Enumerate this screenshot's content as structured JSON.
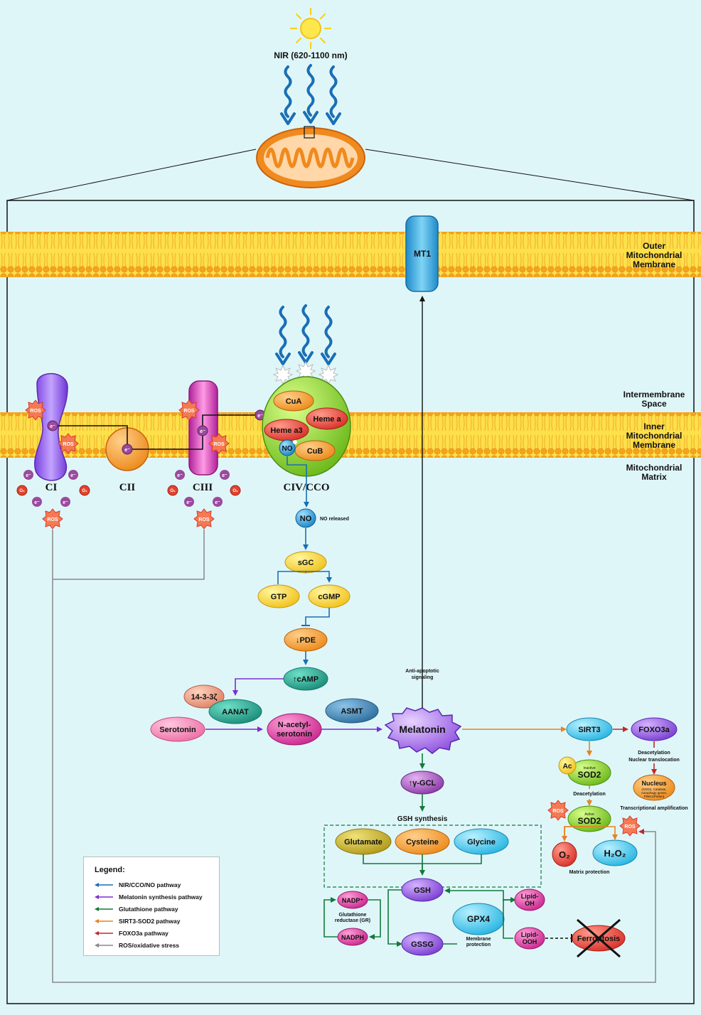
{
  "nir_label": "NIR (620-1100 nm)",
  "membranes": {
    "outer": [
      "Outer",
      "Mitochondrial",
      "Membrane"
    ],
    "intermembrane": [
      "Intermembrane",
      "Space"
    ],
    "inner": [
      "Inner",
      "Mitochondrial",
      "Membrane"
    ],
    "matrix": [
      "Mitochondrial",
      "Matrix"
    ]
  },
  "complexes": {
    "ci": "CI",
    "cii": "CII",
    "ciii": "CIII",
    "civ": "CIV/CCO"
  },
  "civ_parts": {
    "cua": "CuA",
    "heme_a": "Heme a",
    "heme_a3": "Heme a3",
    "cub": "CuB",
    "no": "NO"
  },
  "species": {
    "electron": "e⁻",
    "o2": "O₂",
    "ros": "ROS"
  },
  "mt1": "MT1",
  "no_pathway": {
    "no": "NO",
    "no_released": "NO released",
    "sgc": "sGC",
    "gtp": "GTP",
    "cgmp": "cGMP",
    "pde": "↓PDE",
    "camp": "↑cAMP"
  },
  "melatonin_synthesis": {
    "protein_1433": "14-3-3ζ",
    "aanat": "AANAT",
    "asmt": "ASMT",
    "serotonin": "Serotonin",
    "nacetyl_1": "N-acetyl-",
    "nacetyl_2": "serotonin",
    "melatonin": "Melatonin",
    "anti_apoptotic_1": "Anti-apoptotic",
    "anti_apoptotic_2": "signaling"
  },
  "gsh_pathway": {
    "ggcl": "↑γ-GCL",
    "gsh_synthesis": "GSH synthesis",
    "glutamate": "Glutamate",
    "cysteine": "Cysteine",
    "glycine": "Glycine",
    "gsh": "GSH",
    "gssg": "GSSG",
    "nadp": "NADP⁺",
    "nadph": "NADPH",
    "gr_1": "Glutathione",
    "gr_2": "reductase (GR)",
    "gpx4": "GPX4",
    "membrane_protection_1": "Membrane",
    "membrane_protection_2": "protection",
    "lipid_oh_1": "Lipid-",
    "lipid_oh_2": "OH",
    "lipid_ooh_1": "Lipid-",
    "lipid_ooh_2": "OOH",
    "ferroptosis": "Ferroptosis"
  },
  "sirt3_pathway": {
    "sirt3": "SIRT3",
    "foxo3a": "FOXO3a",
    "deacetylation_1": "Deacetylation",
    "nuclear_translocation": "Nuclear translocation",
    "nucleus": "Nucleus",
    "nucleus_detail_1": "(SOD2, Catalase,",
    "nucleus_detail_2": "Autophagy genes,",
    "nucleus_detail_3": "PINK1/Parkin)",
    "transcriptional": "Transcriptional amplification",
    "ac": "Ac",
    "inactive": "Inactive",
    "active": "Active",
    "sod2": "SOD2",
    "deacetylation_2": "Deacetylation",
    "o2_radical": "O₂",
    "h2o2": "H₂O₂",
    "matrix_protection": "Matrix protection"
  },
  "legend": {
    "title": "Legend:",
    "items": [
      {
        "label": "NIR/CCO/NO pathway",
        "color": "#1a6fb5"
      },
      {
        "label": "Melatonin synthesis pathway",
        "color": "#7b2fd0"
      },
      {
        "label": "Glutathione pathway",
        "color": "#137a3a"
      },
      {
        "label": "SIRT3-SOD2 pathway",
        "color": "#e8831f"
      },
      {
        "label": "FOXO3a pathway",
        "color": "#c0282a"
      },
      {
        "label": "ROS/oxidative stress",
        "color": "#888888"
      }
    ]
  },
  "colors": {
    "background": "#dff6f9",
    "membrane_yellow": "#fde04a",
    "membrane_orange": "#f5a31f",
    "nir_blue": "#1a6fb5",
    "melatonin_purple": "#7b2fd0",
    "glutathione_green": "#137a3a",
    "sirt3_orange": "#e8831f",
    "foxo3a_red": "#c0282a",
    "ros_gray": "#888888"
  }
}
